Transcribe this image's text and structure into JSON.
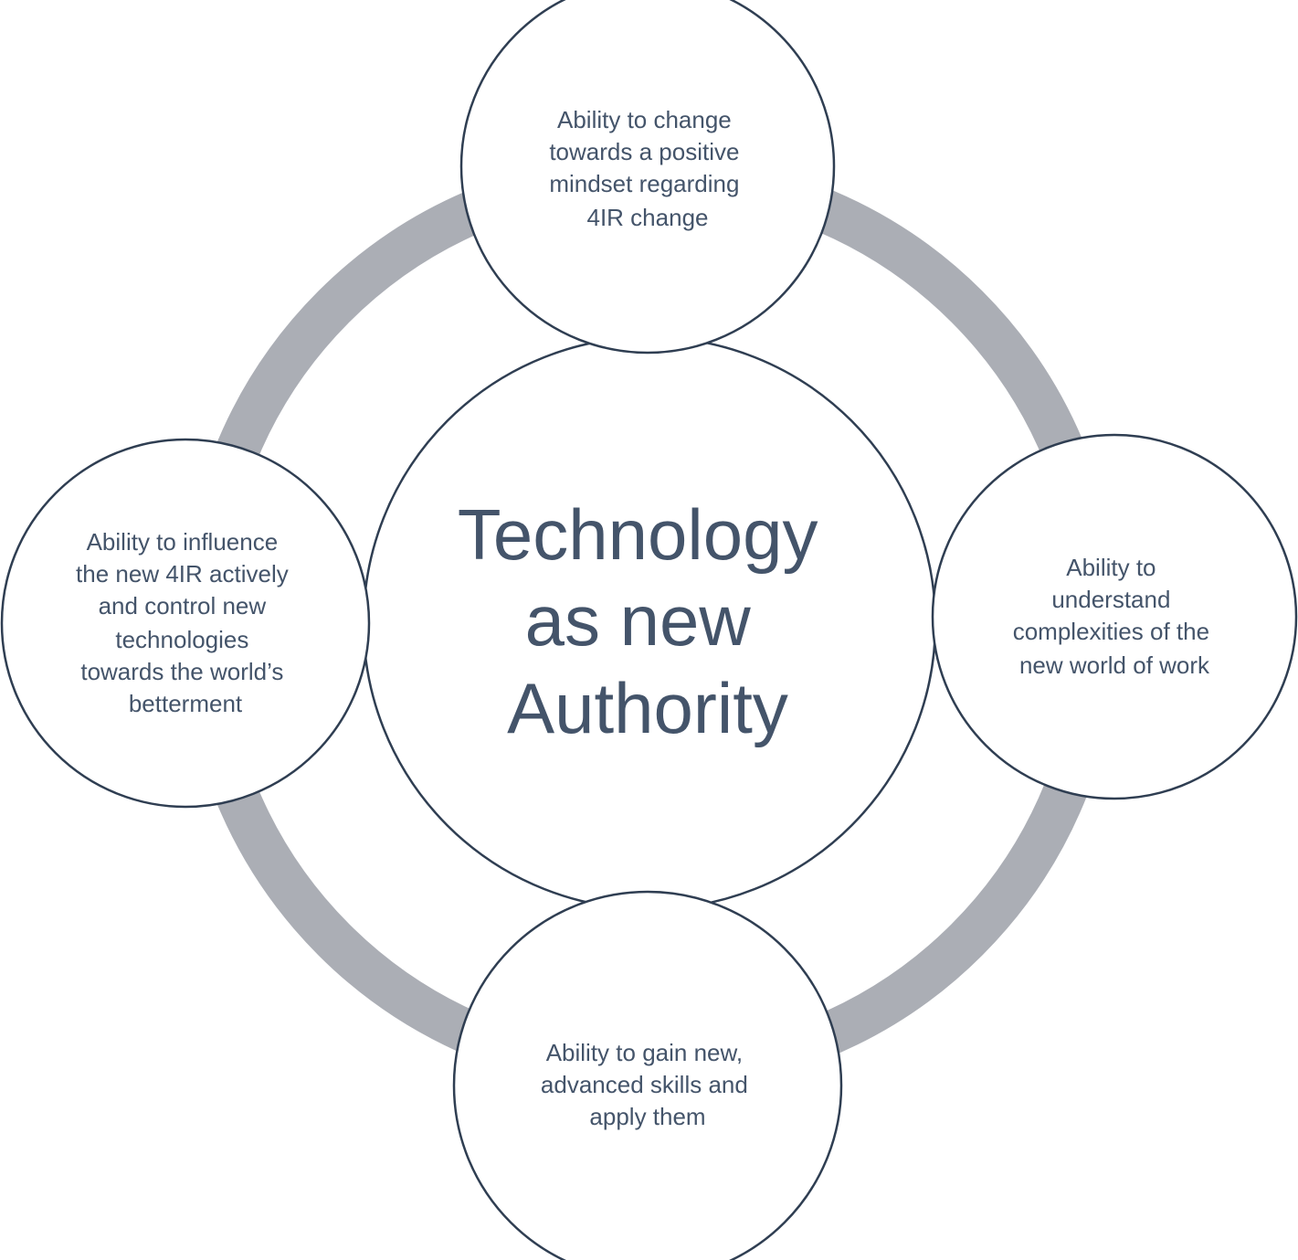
{
  "colors": {
    "ring": "#abaeb5",
    "circle_stroke": "#2f3e52",
    "circle_fill": "#ffffff",
    "text": "#44546a"
  },
  "center": {
    "lines": [
      "Technology",
      "as new",
      "Authority"
    ]
  },
  "nodes": {
    "top": {
      "lines": [
        "Ability to change",
        "towards a positive",
        "mindset regarding",
        "4IR change"
      ]
    },
    "right": {
      "lines": [
        "Ability to",
        "understand",
        "complexities of the",
        "new world of work"
      ]
    },
    "bottom": {
      "lines": [
        "Ability to gain new,",
        "advanced skills and",
        "apply them"
      ]
    },
    "left": {
      "lines": [
        "Ability to influence",
        "the new 4IR actively",
        "and control new",
        "technologies",
        "towards the world’s",
        "betterment"
      ]
    }
  }
}
